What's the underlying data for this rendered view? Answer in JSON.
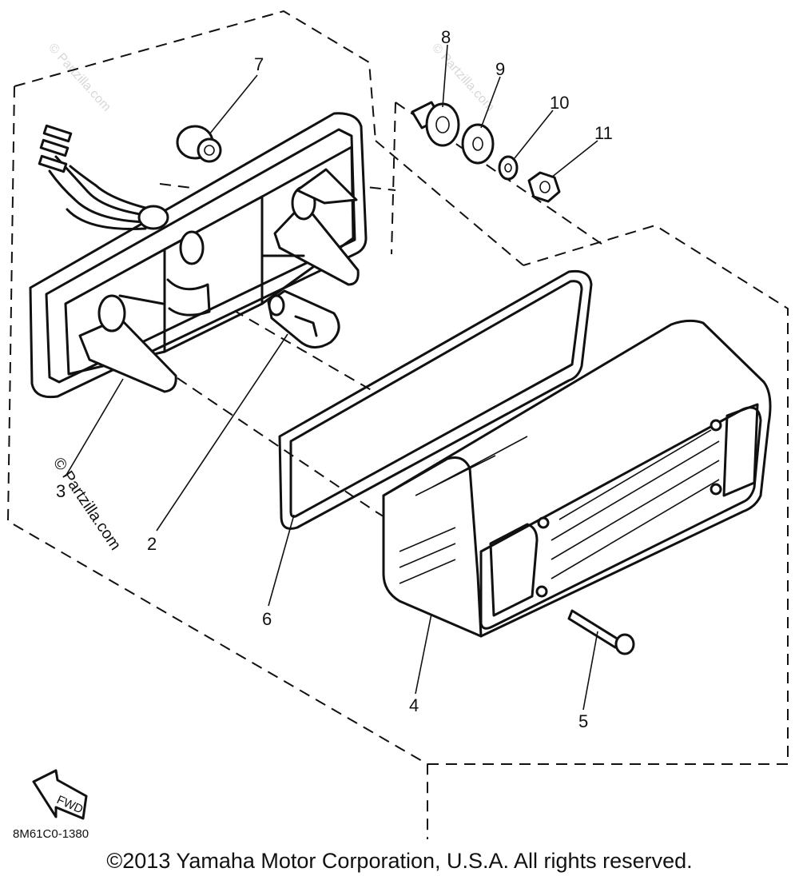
{
  "diagram": {
    "callouts": [
      {
        "id": "c7",
        "text": "7"
      },
      {
        "id": "c8",
        "text": "8"
      },
      {
        "id": "c9",
        "text": "9"
      },
      {
        "id": "c10",
        "text": "10"
      },
      {
        "id": "c11",
        "text": "11"
      },
      {
        "id": "c3",
        "text": "3"
      },
      {
        "id": "c2",
        "text": "2"
      },
      {
        "id": "c6",
        "text": "6"
      },
      {
        "id": "c4",
        "text": "4"
      },
      {
        "id": "c5",
        "text": "5"
      }
    ],
    "fwd_label": "FWD",
    "reference_code": "8M61C0-1380",
    "watermark": "© Partzilla.com",
    "copyright": "©2013 Yamaha Motor Corporation, U.S.A. All rights reserved."
  }
}
